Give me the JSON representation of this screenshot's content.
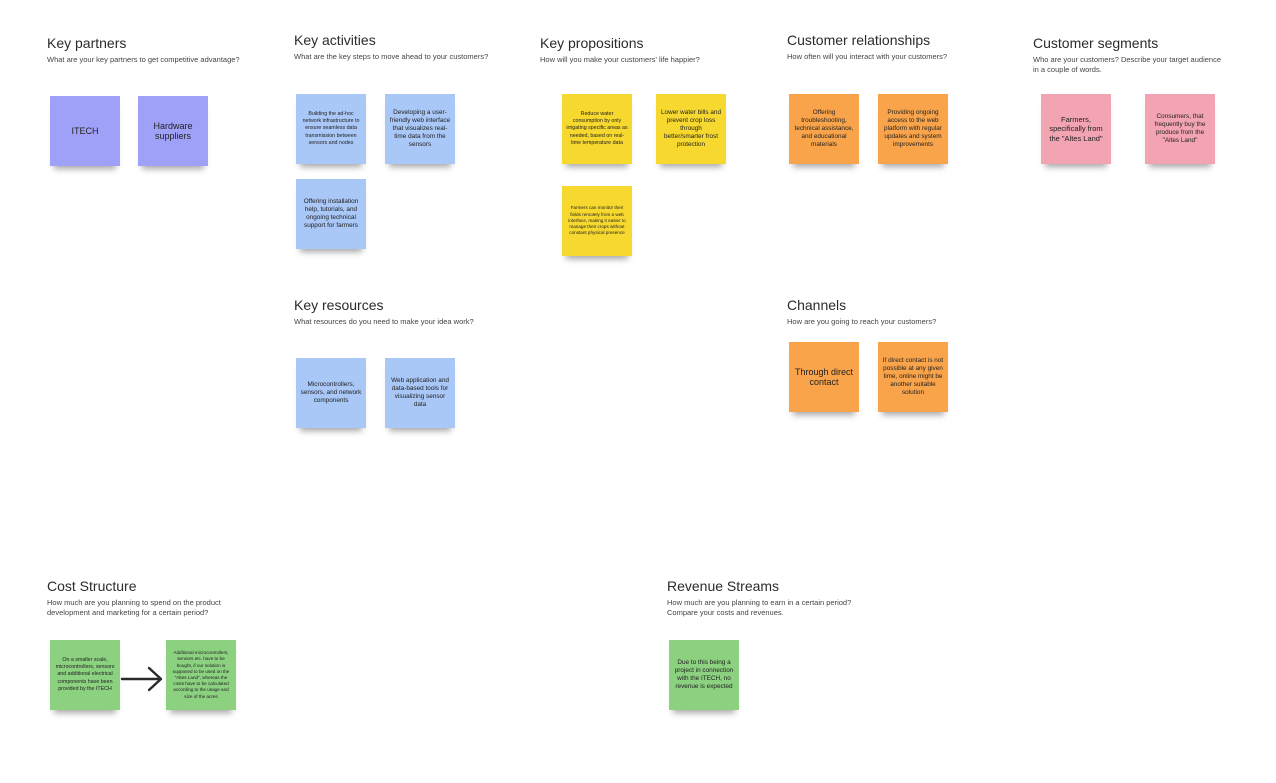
{
  "sections": {
    "key_partners": {
      "title": "Key partners",
      "subtitle": "What are your key partners to get competitive advantage?"
    },
    "key_activities": {
      "title": "Key activities",
      "subtitle": "What are the key steps to move ahead to your customers?"
    },
    "key_propositions": {
      "title": "Key propositions",
      "subtitle": "How will you make your customers' life happier?"
    },
    "customer_relationships": {
      "title": "Customer relationships",
      "subtitle": "How often will you interact with your customers?"
    },
    "customer_segments": {
      "title": "Customer segments",
      "subtitle": "Who are your customers? Describe your target audience in a couple of words."
    },
    "key_resources": {
      "title": "Key resources",
      "subtitle": "What resources do you need to make your idea work?"
    },
    "channels": {
      "title": "Channels",
      "subtitle": "How are you going to reach your customers?"
    },
    "cost_structure": {
      "title": "Cost Structure",
      "subtitle": "How much are you planning to spend on the product development and marketing for a certain period?"
    },
    "revenue_streams": {
      "title": "Revenue Streams",
      "subtitle": "How much are you planning to earn in a certain period? Compare your costs and revenues."
    }
  },
  "notes": {
    "kp1": "ITECH",
    "kp2": "Hardware suppliers",
    "ka1": "Building the ad-hoc network infrastructure to ensure seamless data transmission between sensors and nodes",
    "ka2": "Developing a user-friendly web interface that visualizes real-time data from the sensors",
    "ka3": "Offering installation help, tutorials, and ongoing technical support for farmers",
    "prop1": "Reduce water consumption by only irrigating specific areas as needed, based on real-time temperature data",
    "prop2": "Lower water bills and prevent crop loss through better/smarter frost protection",
    "prop3": "Farmers can monitor their fields remotely from a web interface, making it easier to manage their crops without constant physical presence",
    "cr1": "Offering troubleshooting, technical assistance, and educational materials",
    "cr2": "Providing ongoing access to the web platform with regular updates and system improvements",
    "cs1": "Farmers, specifically from the \"Altes Land\"",
    "cs2": "Consumers, that frequently buy the produce from the \"Altes Land\"",
    "kr1": "Microcontrollers, sensors, and network components",
    "kr2": "Web application and data-based tools for visualizing sensor data",
    "ch1": "Through direct contact",
    "ch2": "If direct contact is not possible at any given time, online might be another suitable solution",
    "cost1": "On a smaller scale, microcontrollers, sensors and additional electrical components have been provided by the ITECH",
    "cost2": "Additional microcontrollers, sensors etc. have to be bought, if our solution is supposed to be used on the \"Altes Land\", whereas the costs have to be calculated according to the usage and size of the acres",
    "rev1": "Due to this being a project in connection with the ITECH, no revenue is expected"
  },
  "colors": {
    "purple": "#9fa1f9",
    "blue": "#a9c7f7",
    "yellow": "#f7d82e",
    "orange": "#f9a44a",
    "pink": "#f3a4b3",
    "green": "#8bd17f"
  },
  "icons": {
    "cost_arrow": "arrow-right-icon"
  }
}
